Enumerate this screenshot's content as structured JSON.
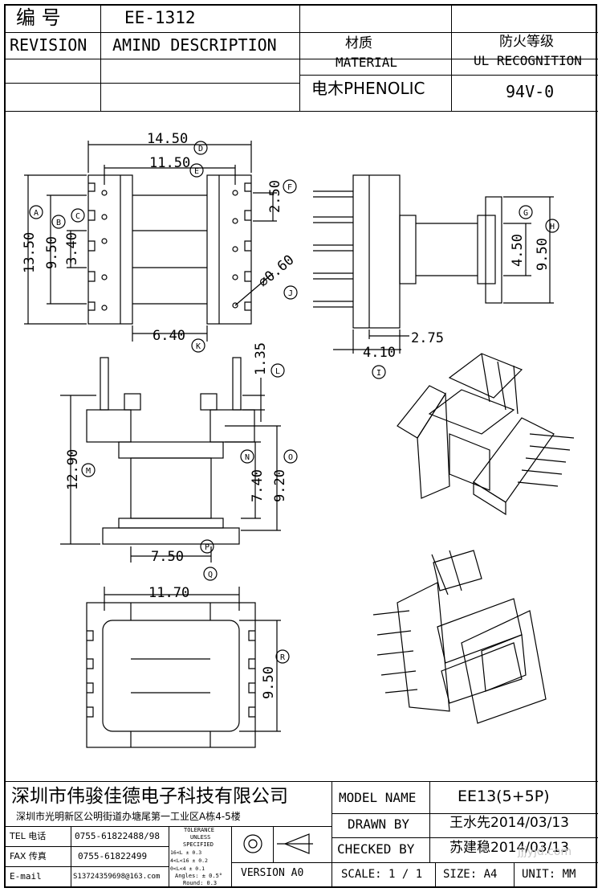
{
  "header": {
    "bianhao_label": "编 号",
    "part_no": "EE-1312",
    "revision_label": "REVISION",
    "amind_label": "AMIND DESCRIPTION",
    "material_cn": "材质",
    "material_en": "MATERIAL",
    "material_value": "电木PHENOLIC",
    "ul_cn": "防火等级",
    "ul_en": "UL RECOGNITION",
    "ul_value": "94V-0"
  },
  "dimensions": {
    "d14_50": "14.50",
    "d11_50": "11.50",
    "d13_50": "13.50",
    "d9_50_left": "9.50",
    "d3_40": "3.40",
    "d2_50": "2.50",
    "d0_60": "∅0.60",
    "d6_40": "6.40",
    "d4_50": "4.50",
    "d9_50_side": "9.50",
    "d2_75": "2.75",
    "d4_10": "4.10",
    "d1_35": "1.35",
    "d12_90": "12.90",
    "d7_40": "7.40",
    "d9_20": "9.20",
    "d7_50": "7.50",
    "d11_70": "11.70",
    "d9_50_bottom": "9.50"
  },
  "callouts": [
    "A",
    "B",
    "C",
    "D",
    "E",
    "F",
    "G",
    "H",
    "I",
    "J",
    "K",
    "L",
    "M",
    "N",
    "O",
    "P",
    "Q",
    "R"
  ],
  "title_block": {
    "company": "深圳市伟骏佳德电子科技有限公司",
    "address": "深圳市光明新区公明街道办塘尾第一工业区A栋4-5楼",
    "tel_label": "TEL 电话",
    "tel_value": "0755-61822488/98",
    "fax_label": "FAX 传真",
    "fax_value": "0755-61822499",
    "email_label": "E-mail",
    "email_value": "S13724359698@163.com",
    "tolerance_title": "TOLERANCE",
    "tolerance_unless": "UNLESS",
    "tolerance_specified": "SPECIFIED",
    "tol_row1": "16<L        ± 0.3",
    "tol_row2": "4<L<16      ± 0.2",
    "tol_row3": "0<L<4       ± 0.1",
    "tol_angles": "Angles: ± 0.5°",
    "tol_round": "Round: 0.3",
    "version": "VERSION A0",
    "model_label": "MODEL NAME",
    "model_value": "EE13(5+5P)",
    "drawn_label": "DRAWN BY",
    "drawn_value": "王水先2014/03/13",
    "checked_label": "CHECKED BY",
    "checked_value": "苏建稳2014/03/13",
    "scale_label": "SCALE: 1 / 1",
    "size_label": "SIZE: A4",
    "unit_label": "UNIT: MM"
  },
  "watermark": "jjjyjd.com"
}
